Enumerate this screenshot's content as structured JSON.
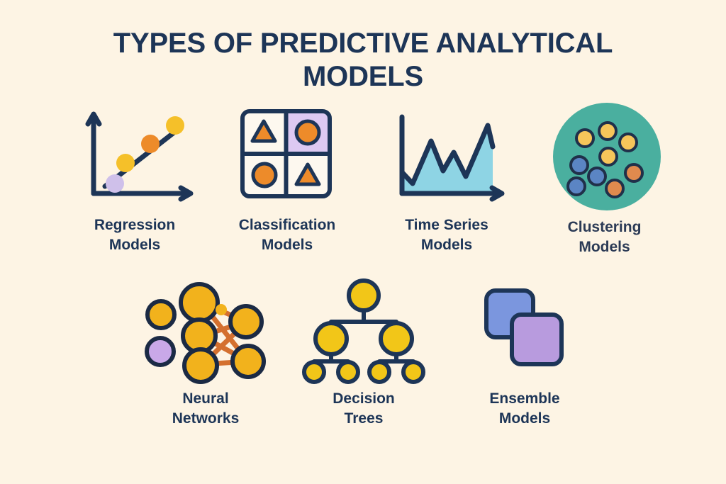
{
  "page": {
    "background_color": "#fdf4e4",
    "title": "TYPES OF PREDICTIVE ANALYTICAL MODELS"
  },
  "palette": {
    "navy": "#1d3557",
    "yellow": "#f5c029",
    "light_yellow": "#f6c55a",
    "orange": "#ed8b2a",
    "lavender": "#cfc0ea",
    "purple": "#b89bde",
    "blue": "#7b96de",
    "teal": "#4aaf9f",
    "light_blue": "#8ed4e4",
    "cream": "#fdf8ef",
    "connector_orange": "#d4702f"
  },
  "cards": [
    {
      "id": "regression",
      "icon": "scatter-regression-icon",
      "label": "Regression\nModels",
      "points": [
        {
          "color": "#cfc0ea",
          "name": "lavender-point"
        },
        {
          "color": "#f5c029",
          "name": "yellow-point"
        },
        {
          "color": "#ed8b2a",
          "name": "orange-point"
        },
        {
          "color": "#f5c029",
          "name": "yellow-point"
        }
      ]
    },
    {
      "id": "classification",
      "icon": "quadrant-grid-icon",
      "label": "Classification\nModels",
      "cells": [
        {
          "shape": "triangle",
          "fill": "#ed8b2a",
          "cell_bg": "#fdf8ef"
        },
        {
          "shape": "circle",
          "fill": "#ed8b2a",
          "cell_bg": "#ddc9f2"
        },
        {
          "shape": "circle",
          "fill": "#ed8b2a",
          "cell_bg": "#fdf8ef"
        },
        {
          "shape": "triangle",
          "fill": "#ed8b2a",
          "cell_bg": "#fdf8ef"
        }
      ]
    },
    {
      "id": "timeseries",
      "icon": "area-chart-icon",
      "label": "Time Series\nModels",
      "area_fill": "#8ed4e4",
      "line_color": "#1d3557"
    },
    {
      "id": "clustering",
      "icon": "cluster-circle-icon",
      "label": "Clustering\nModels",
      "circle_fill": "#4aaf9f",
      "dots": [
        {
          "color": "#f6c55a",
          "name": "yellow-cluster-dot"
        },
        {
          "color": "#f6c55a",
          "name": "yellow-cluster-dot"
        },
        {
          "color": "#f6c55a",
          "name": "yellow-cluster-dot"
        },
        {
          "color": "#f6c55a",
          "name": "yellow-cluster-dot"
        },
        {
          "color": "#5b85c4",
          "name": "blue-cluster-dot"
        },
        {
          "color": "#5b85c4",
          "name": "blue-cluster-dot"
        },
        {
          "color": "#5b85c4",
          "name": "blue-cluster-dot"
        },
        {
          "color": "#e08a4e",
          "name": "orange-cluster-dot"
        },
        {
          "color": "#e08a4e",
          "name": "orange-cluster-dot"
        }
      ]
    },
    {
      "id": "neural",
      "icon": "neural-network-icon",
      "label": "Neural\nNetworks",
      "node_fill": "#f2b21c",
      "accent_node_fill": "#c9a8e8",
      "edge_color": "#d4702f"
    },
    {
      "id": "decision",
      "icon": "decision-tree-icon",
      "label": "Decision\nTrees",
      "node_fill": "#f2c618",
      "edge_color": "#1d3557"
    },
    {
      "id": "ensemble",
      "icon": "overlapping-squares-icon",
      "label": "Ensemble\nModels",
      "square_back_fill": "#7b96de",
      "square_front_fill": "#b89bde"
    }
  ]
}
